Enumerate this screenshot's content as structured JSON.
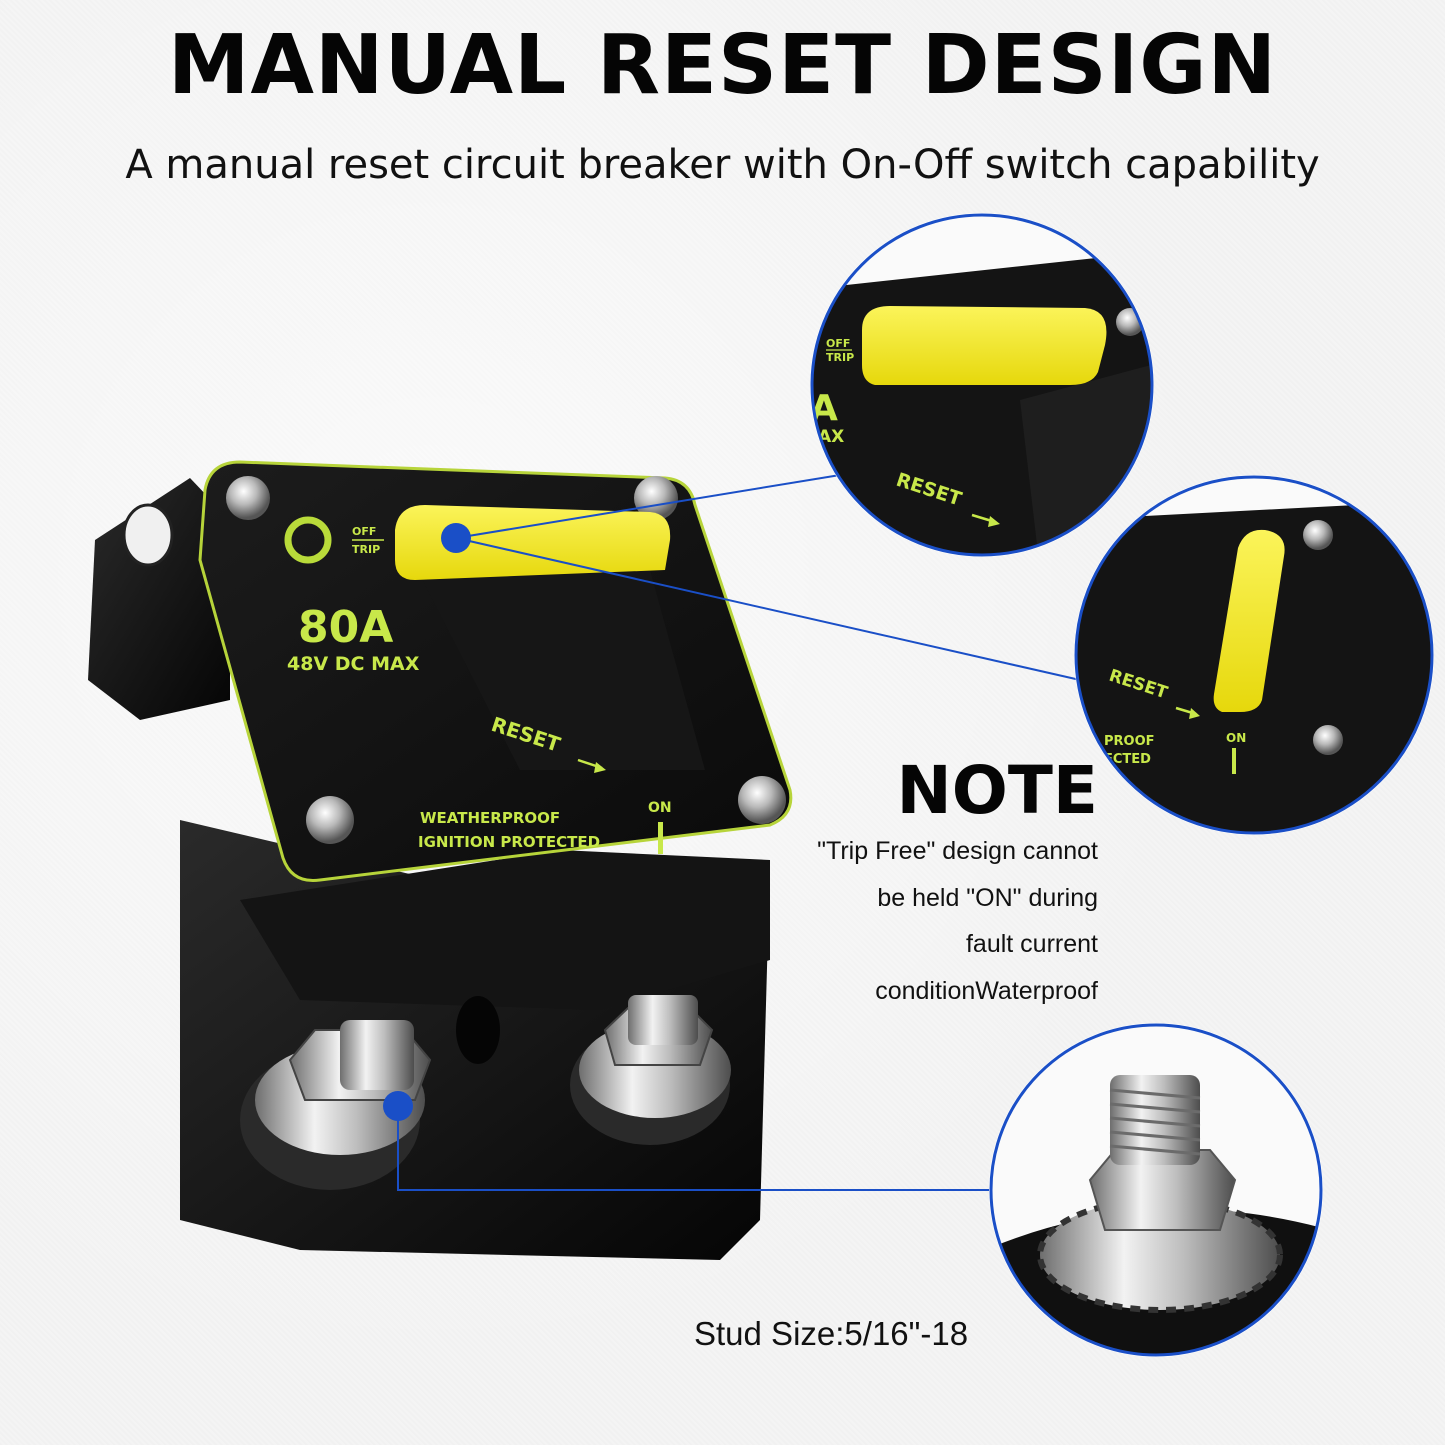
{
  "heading": {
    "title": "MANUAL RESET DESIGN",
    "subtitle": "A manual reset circuit breaker with On-Off switch capability"
  },
  "breaker": {
    "rating": "80A",
    "voltage": "48V DC MAX",
    "off_label": "OFF",
    "trip_label": "TRIP",
    "reset_label": "RESET",
    "on_label": "ON",
    "protection_line1": "WEATHERPROOF",
    "protection_line2": "IGNITION PROTECTED"
  },
  "zoom_off": {
    "off_label": "OFF",
    "trip_label": "TRIP",
    "rating_fragment": "A",
    "voltage_fragment": "AX",
    "reset_label": "RESET"
  },
  "zoom_on": {
    "reset_label": "RESET",
    "on_label": "ON",
    "protection_fragment1": "PROOF",
    "protection_fragment2": "ECTED"
  },
  "note": {
    "title": "NOTE",
    "lines": [
      "\"Trip Free\" design cannot",
      "be held \"ON\" during",
      "fault current",
      "conditionWaterproof"
    ]
  },
  "stud": {
    "caption": "Stud Size:5/16\"-18"
  },
  "colors": {
    "accent_blue": "#1a4fc7",
    "switch_yellow": "#f6ee17",
    "label_green": "#c8e84a",
    "body_black": "#101010"
  }
}
